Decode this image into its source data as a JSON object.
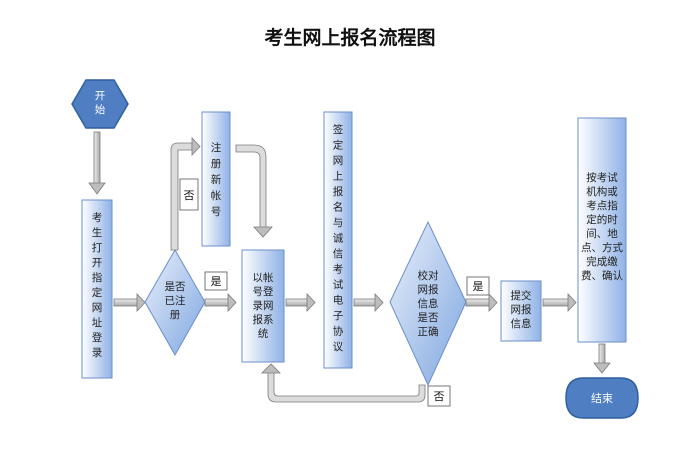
{
  "title": "考生网上报名流程图",
  "nodes": {
    "start": "开始",
    "open_site": "考生打开指定网址登录",
    "registered_q": "是否已注册",
    "register_new": "注册新帐号",
    "login": "以帐号登录网报系统",
    "sign_agreement": "签定网上报名与诚信考试电子协议",
    "verify_q": "校对网报信息是否正确",
    "submit": "提交网报信息",
    "pay": "按考试机构或考点指定的时间、地点、方式完成缴费、确认",
    "end": "结束"
  },
  "labels": {
    "yes_1": "是",
    "no_1": "否",
    "yes_2": "是",
    "no_2": "否"
  },
  "colors": {
    "box_fill_top": "#ffffff",
    "box_fill_bottom": "#7ea6e0",
    "box_stroke": "#6b8fc9",
    "terminal_fill": "#4f7ec2",
    "terminal_stroke": "#2f5f9e",
    "arrow_fill": "#c9c9c9",
    "arrow_stroke": "#7a7a7a"
  }
}
